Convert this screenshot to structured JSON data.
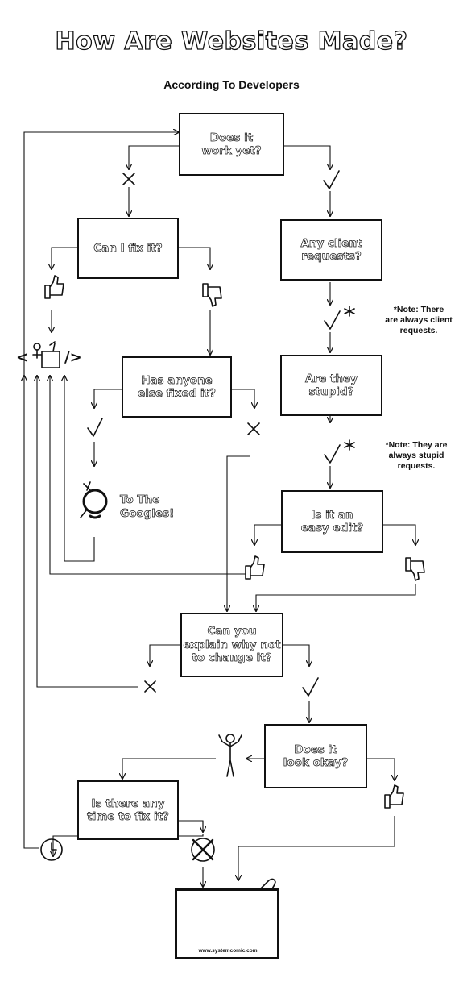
{
  "title": "How Are Websites Made?",
  "subtitle": "According To Developers",
  "boxes": {
    "works": "Does it\nwork yet?",
    "fix": "Can I fix it?",
    "client": "Any client\nrequests?",
    "fixed": "Has anyone\nelse fixed it?",
    "stupid": "Are they\nstupid?",
    "easy": "Is it an\neasy edit?",
    "explain": "Can you\nexplain why not\nto change it?",
    "okay": "Does it\nlook okay?",
    "time": "Is there any\ntime to fix it?"
  },
  "notes": {
    "note1": "*Note: There\nare always client\nrequests.",
    "note2": "*Note: They are\nalways stupid\nrequests."
  },
  "googles": "To The\nGoogles!",
  "credit": "www.systemcomic.com",
  "icons": [
    "x-icon",
    "check-icon",
    "thumbs-up-icon",
    "thumbs-down-icon",
    "developer-icon",
    "search-icon",
    "shrug-icon",
    "clock-icon",
    "crossed-out-icon",
    "rocket-icon"
  ]
}
